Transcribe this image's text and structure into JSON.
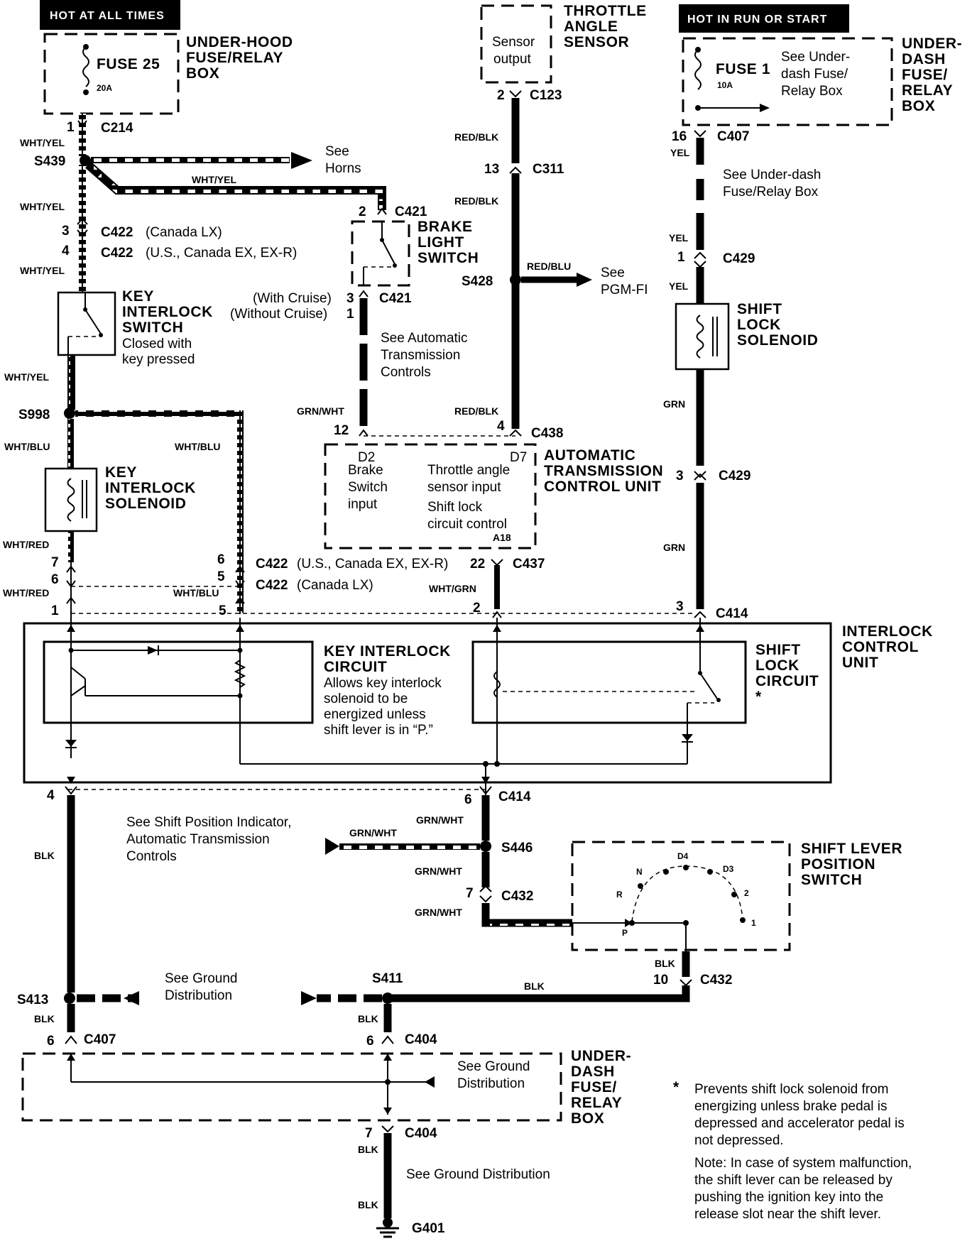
{
  "headers": {
    "hot_at_all_times": "HOT AT ALL TIMES",
    "hot_in_run": "HOT IN RUN OR START"
  },
  "components": {
    "fuse25": "FUSE 25",
    "fuse25_rating": "20A",
    "underhood_box": [
      "UNDER-HOOD",
      "FUSE/RELAY",
      "BOX"
    ],
    "fuse1": "FUSE 1",
    "fuse1_rating": "10A",
    "fuse1_note": [
      "See Under-",
      "dash Fuse/",
      "Relay Box"
    ],
    "underdash_box": [
      "UNDER-",
      "DASH",
      "FUSE/",
      "RELAY",
      "BOX"
    ],
    "tas_box": [
      "Sensor",
      "output"
    ],
    "tas_title": [
      "THROTTLE",
      "ANGLE",
      "SENSOR"
    ],
    "brake_switch": [
      "BRAKE",
      "LIGHT",
      "SWITCH"
    ],
    "key_switch": [
      "KEY",
      "INTERLOCK",
      "SWITCH"
    ],
    "key_switch_note": [
      "Closed with",
      "key pressed"
    ],
    "key_solenoid": [
      "KEY",
      "INTERLOCK",
      "SOLENOID"
    ],
    "shift_solenoid": [
      "SHIFT",
      "LOCK",
      "SOLENOID"
    ],
    "atcu_title": [
      "AUTOMATIC",
      "TRANSMISSION",
      "CONTROL UNIT"
    ],
    "atcu_d2": "D2",
    "atcu_d7": "D7",
    "atcu_a18": "A18",
    "atcu_brake": [
      "Brake",
      "Switch",
      "input"
    ],
    "atcu_tas": [
      "Throttle angle",
      "sensor input"
    ],
    "atcu_shift": [
      "Shift lock",
      "circuit control"
    ],
    "icu_title": [
      "INTERLOCK",
      "CONTROL",
      "UNIT"
    ],
    "key_circuit_title": [
      "KEY INTERLOCK",
      "CIRCUIT"
    ],
    "key_circuit_desc": [
      "Allows key interlock",
      "solenoid to be",
      "energized unless",
      "shift lever is in “P.”"
    ],
    "shift_circuit_title": [
      "SHIFT",
      "LOCK",
      "CIRCUIT"
    ],
    "asterisk": "*",
    "shift_lever": [
      "SHIFT LEVER",
      "POSITION",
      "SWITCH"
    ],
    "positions": [
      "N",
      "D4",
      "D3",
      "R",
      "2",
      "1",
      "P"
    ],
    "underdash_bottom": [
      "UNDER-",
      "DASH",
      "FUSE/",
      "RELAY",
      "BOX"
    ],
    "ground": "G401"
  },
  "connectors": {
    "c214": "C214",
    "s439": "S439",
    "c422a": "C422",
    "c422a_note": "(Canada LX)",
    "c422b": "C422",
    "c422b_note": "(U.S., Canada EX, EX-R)",
    "c421_top": "C421",
    "c421_bot": "C421",
    "with_cruise": "(With Cruise)",
    "without_cruise": "(Without Cruise)",
    "c123": "C123",
    "c311": "C311",
    "s428": "S428",
    "c407_top": "C407",
    "c429_top": "C429",
    "c429_bot": "C429",
    "s998": "S998",
    "c438": "C438",
    "c422_us": "C422",
    "c422_us_note": "(U.S., Canada EX, EX-R)",
    "c422_lx": "C422",
    "c422_lx_note": "(Canada LX)",
    "c437": "C437",
    "c414_top": "C414",
    "c414_bot": "C414",
    "s446": "S446",
    "c432a": "C432",
    "c432b": "C432",
    "s413": "S413",
    "s411": "S411",
    "c407_bot": "C407",
    "c404a": "C404",
    "c404b": "C404"
  },
  "pins": {
    "p1_c214": "1",
    "p3_c422": "3",
    "p4_c422": "4",
    "p2_c421": "2",
    "p3_c421": "3",
    "p1_c421": "1",
    "p2_c123": "2",
    "p13_c311": "13",
    "p16_c407": "16",
    "p1_c429": "1",
    "p12": "12",
    "p4_c438": "4",
    "p3_c429": "3",
    "p7": "7",
    "p6a": "6",
    "p1": "1",
    "p6b": "6",
    "p5a": "5",
    "p5b": "5",
    "p22": "22",
    "p2": "2",
    "p3_c414": "3",
    "p4_c414": "4",
    "p6_c414": "6",
    "p7_c432": "7",
    "p10_c432": "10",
    "p6_c407": "6",
    "p6_c404": "6",
    "p7_c404": "7"
  },
  "wire_colors": {
    "wht_yel": "WHT/YEL",
    "red_blk": "RED/BLK",
    "red_blu": "RED/BLU",
    "yel": "YEL",
    "grn": "GRN",
    "wht_blu": "WHT/BLU",
    "wht_red": "WHT/RED",
    "grn_wht": "GRN/WHT",
    "wht_grn": "WHT/GRN",
    "blk": "BLK"
  },
  "notes": {
    "see_horns": [
      "See",
      "Horns"
    ],
    "see_pgmfi": [
      "See",
      "PGM-FI"
    ],
    "see_underdash": [
      "See Under-dash",
      "Fuse/Relay Box"
    ],
    "see_atc": [
      "See Automatic",
      "Transmission",
      "Controls"
    ],
    "see_shift_pos": [
      "See Shift Position Indicator,",
      "Automatic Transmission",
      "Controls"
    ],
    "see_ground_a": [
      "See Ground",
      "Distribution"
    ],
    "see_ground_b": [
      "See Ground",
      "Distribution"
    ],
    "see_ground_c": "See Ground Distribution",
    "footnote_star": "*",
    "footnote": [
      "Prevents shift lock solenoid from",
      "energizing unless brake pedal is",
      "depressed and accelerator pedal is",
      "not  depressed."
    ],
    "note": [
      "Note: In case of system malfunction,",
      "the shift lever can be released by",
      "pushing the ignition key into the",
      "release slot near the shift lever."
    ]
  }
}
